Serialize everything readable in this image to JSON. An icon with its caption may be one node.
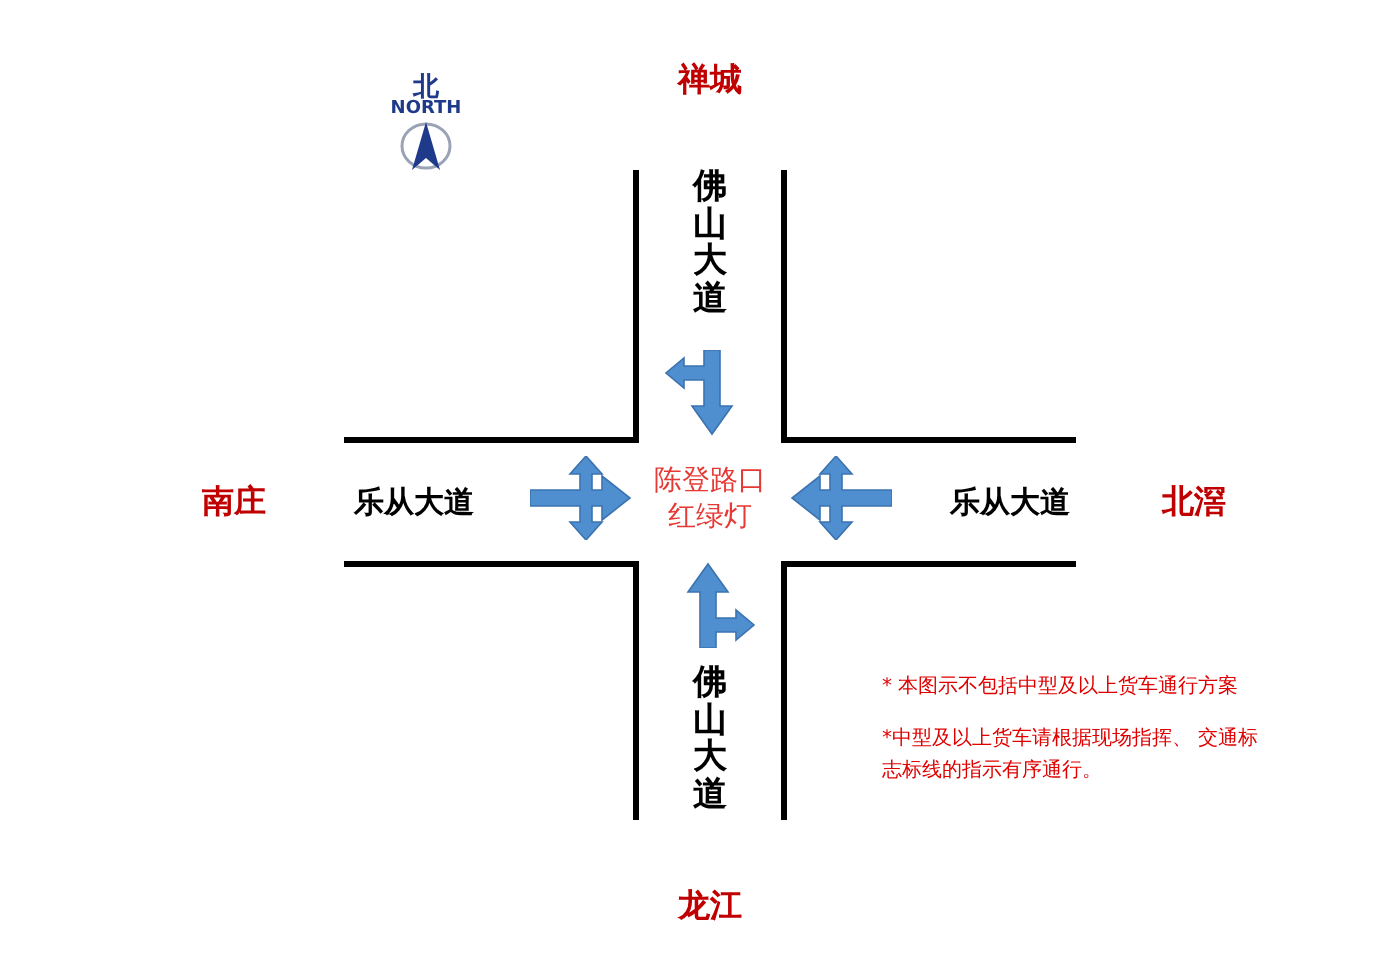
{
  "diagram": {
    "labels": [
      "北",
      "NORTH",
      "禅城",
      "佛山大道",
      "南庄",
      "乐从大道",
      "陈登路口红绿灯",
      "乐从大道",
      "北滘",
      "佛山大道",
      "* 本图示不包括中型及以上货车通行方案",
      "*中型及以上货车请根据现场指挥、 交通标志标线的指示有序通行。",
      "龙江"
    ]
  }
}
